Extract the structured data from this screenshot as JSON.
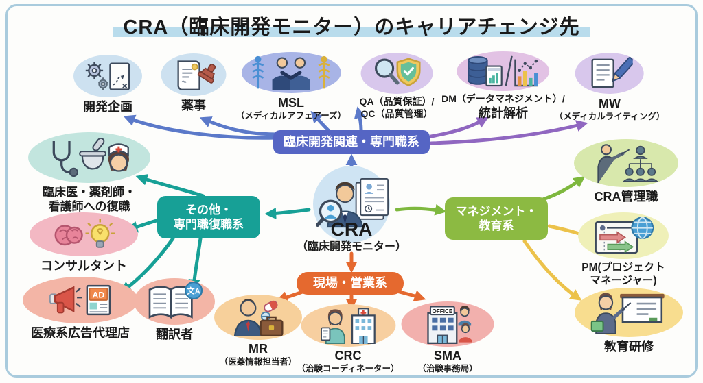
{
  "title": "CRA（臨床開発モニター）のキャリアチェンジ先",
  "center": {
    "label": "CRA",
    "sublabel": "（臨床開発モニター）"
  },
  "categories": {
    "clinical_dev": {
      "label": "臨床開発関連・専門職系",
      "color": "#5565c4"
    },
    "other_return": {
      "line1": "その他・",
      "line2": "専門職復職系",
      "color": "#17a096"
    },
    "management": {
      "line1": "マネジメント・",
      "line2": "教育系",
      "color": "#8cba42"
    },
    "field_sales": {
      "label": "現場・営業系",
      "color": "#e5692f"
    }
  },
  "nodes": {
    "dev_planning": {
      "label": "開発企画"
    },
    "pharma_affairs": {
      "label": "薬事"
    },
    "msl": {
      "label": "MSL",
      "sublabel": "（メディカルアフェアーズ）"
    },
    "qa_qc": {
      "line1": "QA（品質保証）/",
      "line2": "QC（品質管理）"
    },
    "dm_stats": {
      "line1": "DM（データマネジメント）/",
      "line2": "統計解析"
    },
    "mw": {
      "label": "MW",
      "sublabel": "（メディカルライティング）"
    },
    "clinical_return": {
      "line1": "臨床医・薬剤師・",
      "line2": "看護師への復職"
    },
    "consultant": {
      "label": "コンサルタント"
    },
    "ad_agency": {
      "label": "医療系広告代理店"
    },
    "translator": {
      "label": "翻訳者"
    },
    "cra_manager": {
      "label": "CRA管理職"
    },
    "pm": {
      "line1": "PM(プロジェクト",
      "line2": "マネージャー)"
    },
    "training": {
      "label": "教育研修"
    },
    "mr": {
      "label": "MR",
      "sublabel": "（医薬情報担当者）"
    },
    "crc": {
      "label": "CRC",
      "sublabel": "（治験コーディネーター）"
    },
    "sma": {
      "label": "SMA",
      "sublabel": "（治験事務局）"
    }
  },
  "icon_texts": {
    "ad": "AD",
    "translate": "文A",
    "office": "OFFICE"
  },
  "arrow_colors": {
    "blue": "#5b79c9",
    "purple": "#9067c0",
    "teal": "#17a096",
    "green": "#7eb83e",
    "yellow": "#ecc24a",
    "orange": "#e5692f"
  }
}
